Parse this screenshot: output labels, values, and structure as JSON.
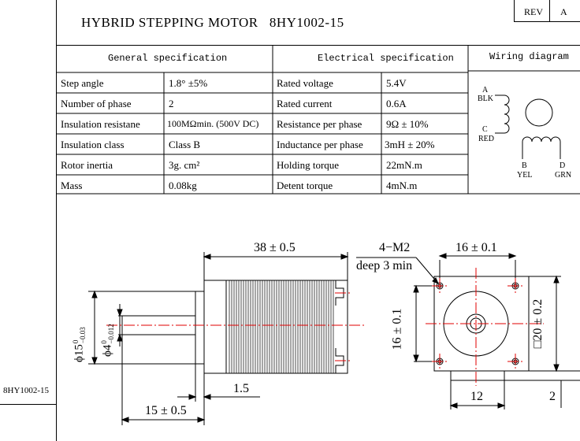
{
  "header": {
    "title": "HYBRID STEPPING MOTOR",
    "model": "8HY1002-15",
    "rev_label": "REV",
    "rev_value": "A"
  },
  "side_label": "8HY1002-15",
  "general": {
    "heading": "General specification",
    "rows": [
      {
        "label": "Step angle",
        "value": "1.8° ±5%"
      },
      {
        "label": "Number of phase",
        "value": "2"
      },
      {
        "label": "Insulation resistane",
        "value": "100MΩmin. (500V DC)"
      },
      {
        "label": "Insulation class",
        "value": "Class B"
      },
      {
        "label": "Rotor inertia",
        "value": "3g. cm²"
      },
      {
        "label": "Mass",
        "value": "0.08kg"
      }
    ]
  },
  "electrical": {
    "heading": "Electrical specification",
    "rows": [
      {
        "label": "Rated voltage",
        "value": "5.4V"
      },
      {
        "label": "Rated current",
        "value": "0.6A"
      },
      {
        "label": "Resistance per phase",
        "value": "9Ω ± 10%"
      },
      {
        "label": "Inductance per phase",
        "value": "3mH ± 20%"
      },
      {
        "label": "Holding torque",
        "value": "22mN.m"
      },
      {
        "label": "Detent torque",
        "value": "4mN.m"
      }
    ]
  },
  "wiring": {
    "heading": "Wiring diagram",
    "a_letter": "A",
    "a_color": "BLK",
    "c_letter": "C",
    "c_color": "RED",
    "b_letter": "B",
    "b_color": "YEL",
    "d_letter": "D",
    "d_color": "GRN"
  },
  "drawing": {
    "body_length": "38 ± 0.5",
    "screw_spec": "4−M2",
    "screw_depth": "deep 3 min",
    "hole_spacing_h": "16 ± 0.1",
    "hole_spacing_v": "16 ± 0.1",
    "flange_size": "□20 ± 0.2",
    "shaft_dia": "ϕ4",
    "shaft_dia_tol_upper": "0",
    "shaft_dia_tol_lower": "−0.012",
    "boss_dia": "ϕ15",
    "boss_dia_tol_upper": "0",
    "boss_dia_tol_lower": "−0.03",
    "boss_height": "1.5",
    "shaft_length": "15 ± 0.5",
    "connector_width": "12",
    "connector_height": "2"
  },
  "colors": {
    "centerline": "#e00000",
    "line": "#000000"
  }
}
